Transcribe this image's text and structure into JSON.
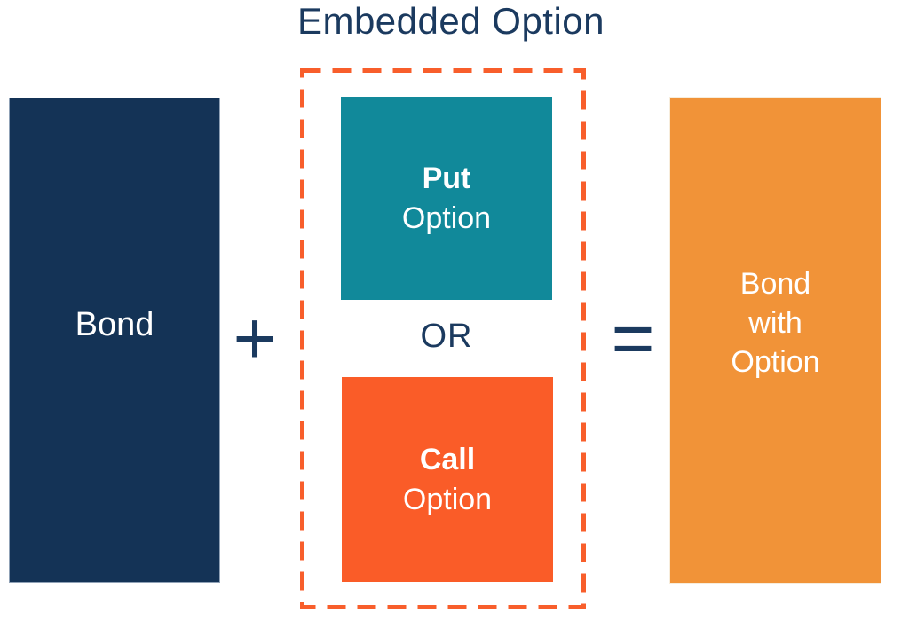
{
  "title": "Embedded Option",
  "operators": {
    "plus": "+",
    "or": "OR",
    "equals": "="
  },
  "blocks": {
    "bond": {
      "label": "Bond",
      "color": "#143356"
    },
    "put": {
      "name": "Put",
      "type": "Option",
      "color": "#11899A"
    },
    "call": {
      "name": "Call",
      "type": "Option",
      "color": "#FA5C28"
    },
    "result": {
      "line1": "Bond",
      "line2": "with",
      "line3": "Option",
      "color": "#F19338"
    }
  },
  "group": {
    "border_color": "#F85E2B"
  },
  "text_color": "#1B3A5F",
  "background_color": "#FFFFFF"
}
